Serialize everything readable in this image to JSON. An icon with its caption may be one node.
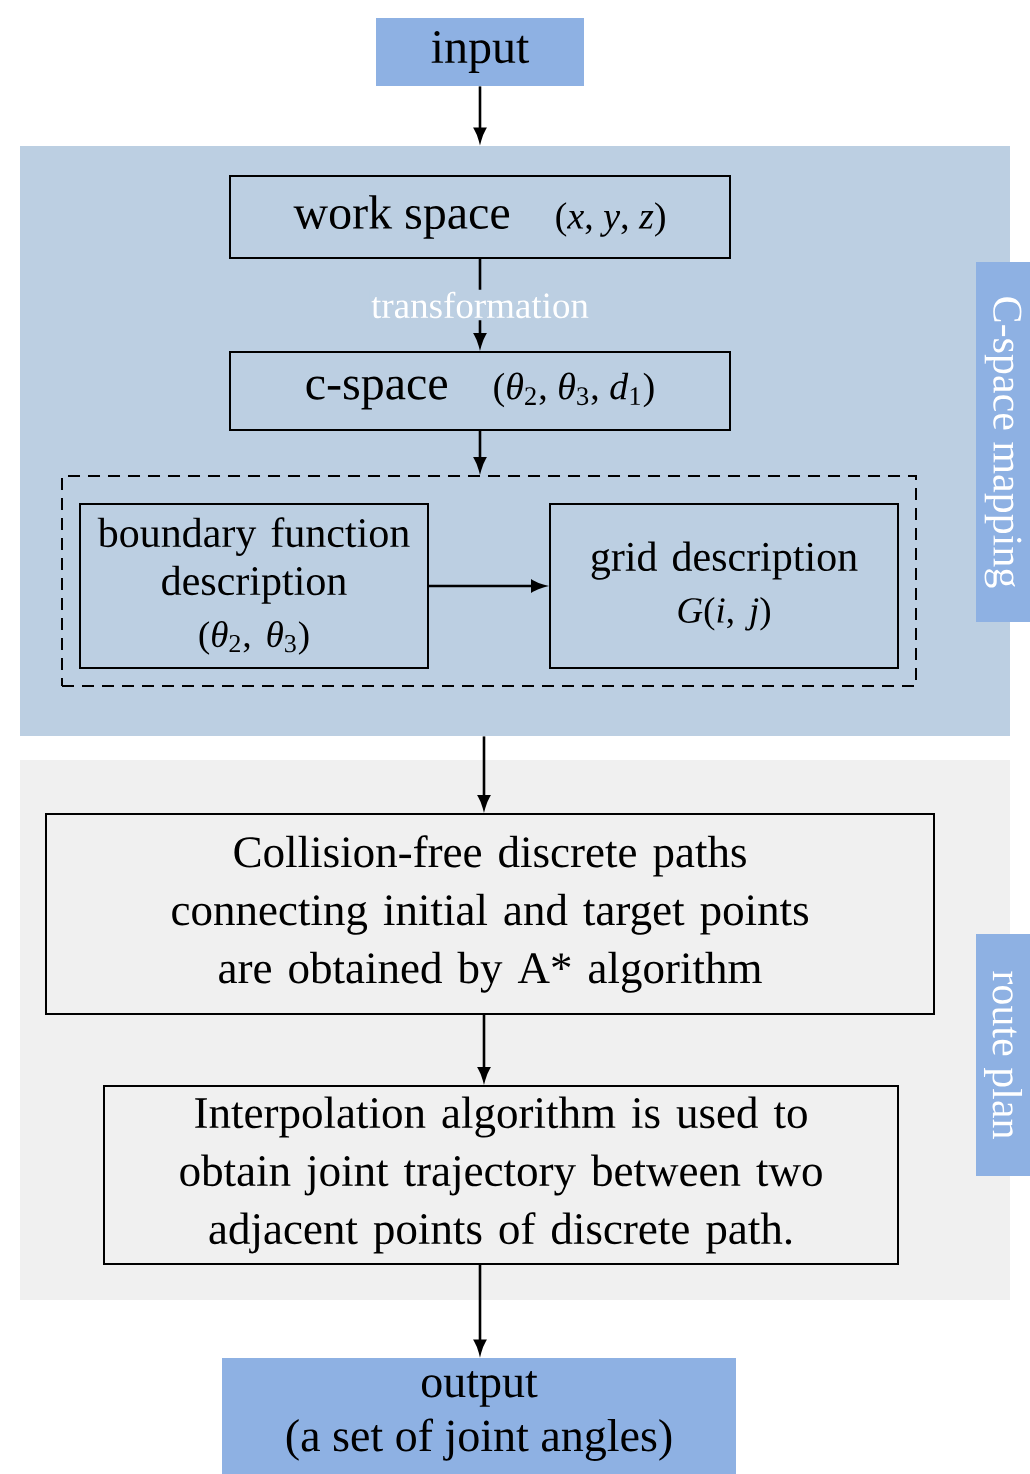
{
  "diagram": {
    "nodes": [
      {
        "text": [
          "input"
        ]
      },
      {
        "text": [
          "C-space mapping"
        ]
      },
      {
        "text": [
          "work space",
          "(*x*, *y*, *z*)"
        ],
        "in": 1
      },
      {
        "text": [
          "c-space",
          "(*θ*$_{2}$, *θ*$_{3}$, *d*$_{1}$)"
        ],
        "in": 1
      },
      {
        "text": [],
        "shape": "box",
        "in": 1
      },
      {
        "text": [
          "boundary function description",
          "(*θ*$_{2}$, *θ*$_{3}$)"
        ],
        "in": 4
      },
      {
        "text": [
          "grid description",
          "*G*(*i*, *j*)"
        ],
        "in": 4
      },
      {
        "text": [
          "route plan"
        ]
      },
      {
        "text": [
          "Collision-free discrete paths connecting initial and target points are obtained by A* algorithm"
        ],
        "in": 7
      },
      {
        "text": [
          "Interpolation algorithm is used to obtain joint trajectory between two adjacent points of discrete path."
        ],
        "in": 7
      },
      {
        "text": [
          "output",
          "(a set of joint angles)"
        ]
      }
    ],
    "edges": [
      {
        "from": 0,
        "to": 1,
        "arrow": "to"
      },
      {
        "from": 2,
        "to": 3,
        "arrow": "to",
        "label": "transformation"
      },
      {
        "from": 3,
        "to": 4,
        "arrow": "to"
      },
      {
        "from": 5,
        "to": 6,
        "arrow": "to"
      },
      {
        "from": 1,
        "to": 8,
        "arrow": "to"
      },
      {
        "from": 8,
        "to": 9,
        "arrow": "to"
      },
      {
        "from": 9,
        "to": 10,
        "arrow": "to"
      }
    ]
  }
}
